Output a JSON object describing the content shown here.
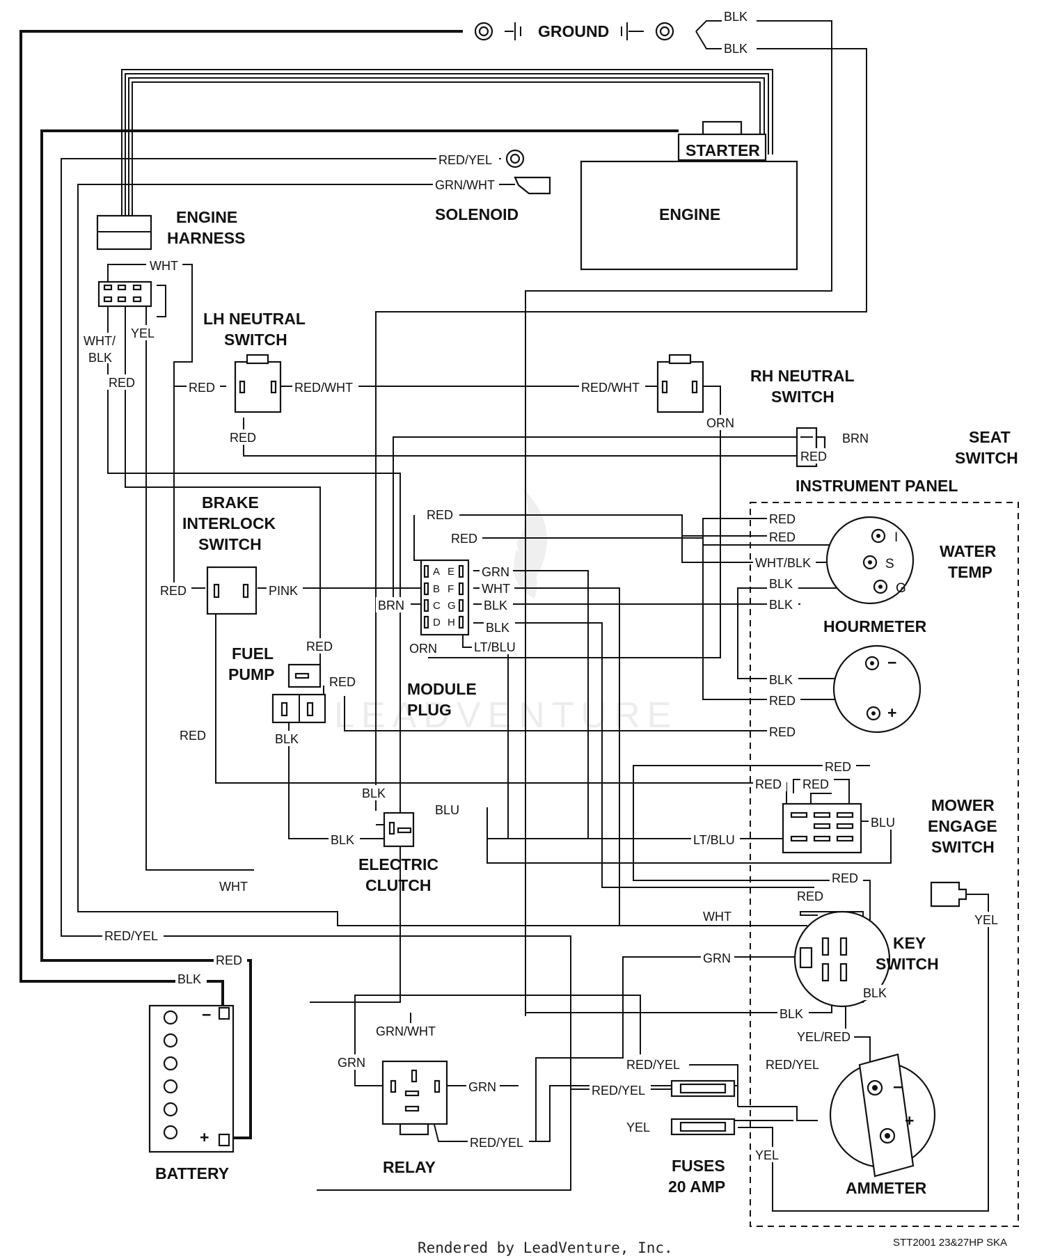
{
  "components": {
    "ground": "GROUND",
    "starter": "STARTER",
    "engine": "ENGINE",
    "engine_harness": [
      "ENGINE",
      "HARNESS"
    ],
    "solenoid": "SOLENOID",
    "lh_neutral_switch": [
      "LH NEUTRAL",
      "SWITCH"
    ],
    "rh_neutral_switch": [
      "RH NEUTRAL",
      "SWITCH"
    ],
    "seat_switch": [
      "SEAT",
      "SWITCH"
    ],
    "instrument_panel": "INSTRUMENT PANEL",
    "water_temp": [
      "WATER",
      "TEMP"
    ],
    "hourmeter": "HOURMETER",
    "brake_interlock_switch": [
      "BRAKE",
      "INTERLOCK",
      "SWITCH"
    ],
    "fuel_pump": [
      "FUEL",
      "PUMP"
    ],
    "module_plug": [
      "MODULE",
      "PLUG"
    ],
    "mower_engage_switch": [
      "MOWER",
      "ENGAGE",
      "SWITCH"
    ],
    "electric_clutch": [
      "ELECTRIC",
      "CLUTCH"
    ],
    "key_switch": [
      "KEY",
      "SWITCH"
    ],
    "battery": "BATTERY",
    "relay": "RELAY",
    "fuses": [
      "FUSES",
      "20 AMP"
    ],
    "ammeter": "AMMETER"
  },
  "terminals": {
    "water_temp": [
      "I",
      "S",
      "G"
    ],
    "hourmeter": [
      "−",
      "+"
    ],
    "ammeter": [
      "−",
      "+"
    ],
    "battery": [
      "−",
      "+"
    ],
    "module_plug": [
      "A",
      "B",
      "C",
      "D",
      "E",
      "F",
      "G",
      "H"
    ]
  },
  "wire_labels": {
    "blk_ground_1": "BLK",
    "blk_ground_2": "BLK",
    "solenoid_red_yel": "RED/YEL",
    "solenoid_grn_wht": "GRN/WHT",
    "harness_wht": "WHT",
    "harness_wht_blk": [
      "WHT/",
      "BLK"
    ],
    "harness_yel": "YEL",
    "harness_red": "RED",
    "lh_red_in": "RED",
    "lh_red_wht": "RED/WHT",
    "lh_red_out": "RED",
    "rh_red_wht": "RED/WHT",
    "rh_orn": "ORN",
    "seat_brn": "BRN",
    "seat_red": "RED",
    "module_red_a": "RED",
    "module_red_2": "RED",
    "module_grn": "GRN",
    "module_wht": "WHT",
    "module_blk_g": "BLK",
    "module_blk_h": "BLK",
    "module_lt_blu": "LT/BLU",
    "module_brn": "BRN",
    "module_orn": "ORN",
    "brake_red": "RED",
    "brake_pink": "PINK",
    "brake_red_down": "RED",
    "fuel_red_top": "RED",
    "fuel_red_side": "RED",
    "fuel_blk": "BLK",
    "wt_red_1": "RED",
    "wt_red_2": "RED",
    "wt_wht_blk": "WHT/BLK",
    "wt_blk_1": "BLK",
    "wt_blk_2": "BLK",
    "hm_blk": "BLK",
    "hm_red_1": "RED",
    "hm_red_2": "RED",
    "mes_red_top": "RED",
    "mes_red_1": "RED",
    "mes_red_2": "RED",
    "mes_lt_blu": "LT/BLU",
    "mes_blu": "BLU",
    "clutch_blk_top": "BLK",
    "clutch_blk": "BLK",
    "clutch_blu": "BLU",
    "ks_red_1": "RED",
    "ks_red_2": "RED",
    "ks_wht": "WHT",
    "ks_grn": "GRN",
    "ks_blk_1": "BLK",
    "ks_blk_2": "BLK",
    "ks_yel_red": "YEL/RED",
    "wht_main": "WHT",
    "red_yel_main": "RED/YEL",
    "bat_red": "RED",
    "bat_blk": "BLK",
    "relay_grn_wht": "GRN/WHT",
    "relay_grn_left": "GRN",
    "relay_grn_right": "GRN",
    "relay_red_yel": "RED/YEL",
    "fuse_red_yel_1": "RED/YEL",
    "fuse_red_yel_2": "RED/YEL",
    "fuse_yel": "YEL",
    "amm_red_yel": "RED/YEL",
    "amm_yel": "YEL",
    "conn_yel": "YEL"
  },
  "footer": {
    "drawing_id": "STT2001 23&27HP SKA",
    "credit": "Rendered by LeadVenture, Inc.",
    "watermark": "LEADVENTURE"
  }
}
